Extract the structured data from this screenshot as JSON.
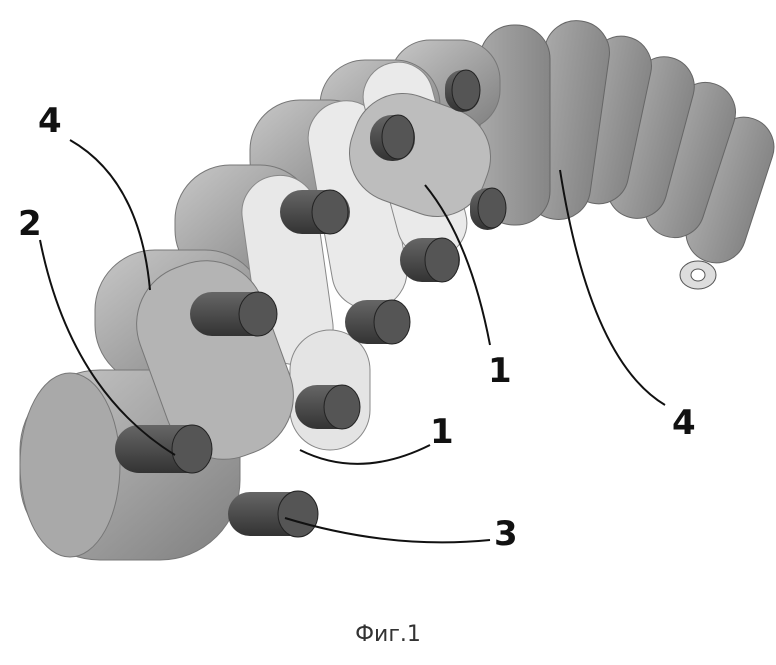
{
  "figure": {
    "caption": "Фиг.1",
    "labels": {
      "l4_left": "4",
      "l2": "2",
      "l1_upper": "1",
      "l1_lower": "1",
      "l4_right": "4",
      "l3": "3"
    }
  },
  "colors": {
    "roller": "#9a9a9a",
    "roller_light": "#c4c4c4",
    "pin": "#4a4a4a",
    "plate": "#e6e6e6"
  }
}
